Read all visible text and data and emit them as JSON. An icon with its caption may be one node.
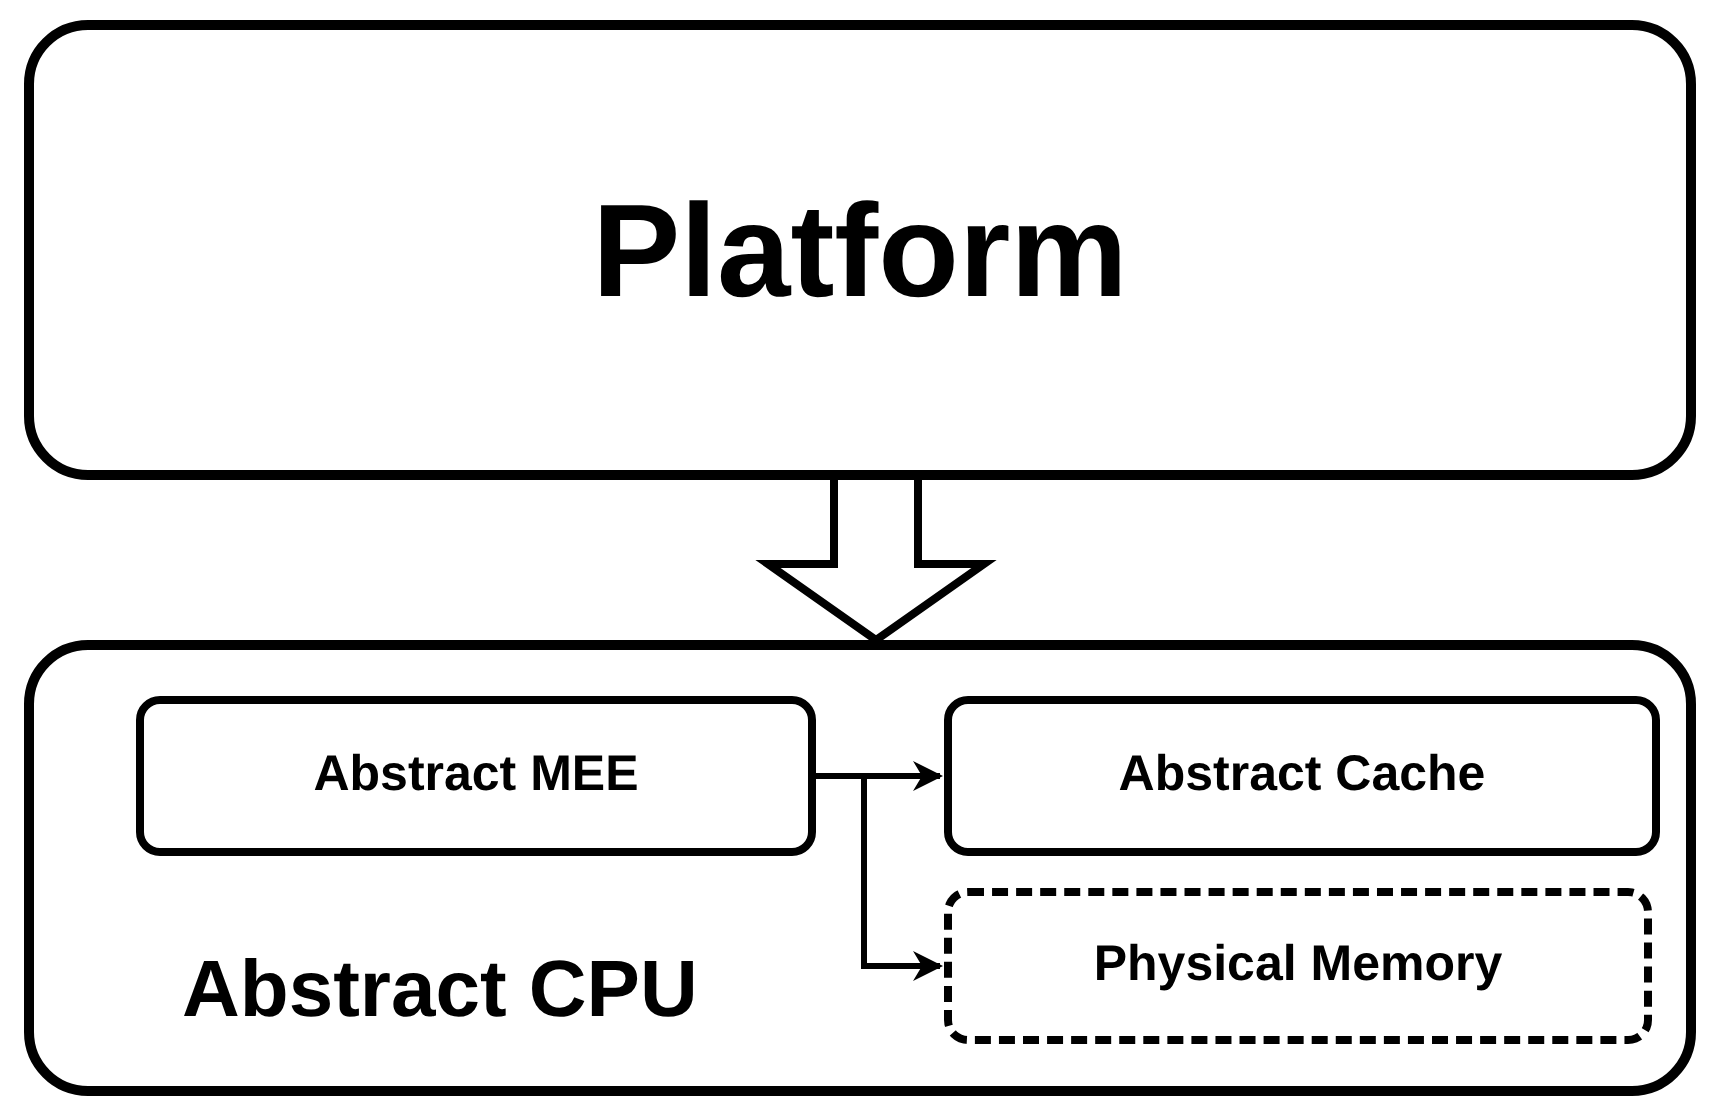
{
  "diagram": {
    "nodes": [
      {
        "text": [
          "Platform"
        ]
      },
      {
        "text": [
          "Abstract CPU"
        ]
      },
      {
        "text": [
          "Abstract MEE"
        ],
        "in": 1
      },
      {
        "text": [
          "Abstract Cache"
        ],
        "in": 1
      },
      {
        "text": [
          "Physical Memory"
        ],
        "in": 1
      }
    ],
    "edges": [
      {
        "from": 0,
        "to": 1,
        "arrow": "to",
        "style": "thick"
      },
      {
        "from": 2,
        "to": 3,
        "arrow": "to"
      },
      {
        "from": 2,
        "to": 4,
        "arrow": "to"
      }
    ]
  }
}
